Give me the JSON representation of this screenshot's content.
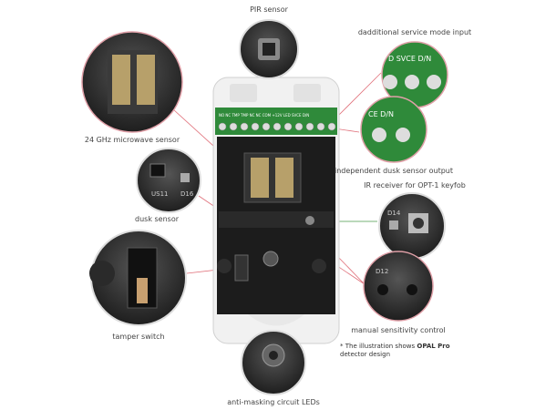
{
  "labels": {
    "pir": "PIR sensor",
    "microwave": "24 GHz microwave sensor",
    "service_mode": "dadditional service mode input",
    "dusk_output": "independent dusk sensor output",
    "dusk_sensor": "dusk sensor",
    "ir_receiver": "IR receiver for OPT-1 keyfob",
    "sensitivity": "manual sensitivity control",
    "tamper": "tamper switch",
    "anti_masking": "anti-masking circuit LEDs"
  },
  "terminals": {
    "strip": "NO  NC  TMP  TMP  NC  NC  COM  +12V  LED  SVCE  D/N",
    "zoom_top": "D  SVCE  D/N",
    "zoom_mid": "CE  D/N"
  },
  "board_marks": {
    "us11": "US11",
    "d16": "D16",
    "d14": "D14",
    "d12": "D12"
  },
  "note": {
    "prefix": "* The illustration shows ",
    "product": "OPAL Pro",
    "suffix": "detector design"
  },
  "colors": {
    "callout_line": "#e0707a",
    "ir_line": "#4a9a4a",
    "pcb_green": "#2f8a3a"
  }
}
